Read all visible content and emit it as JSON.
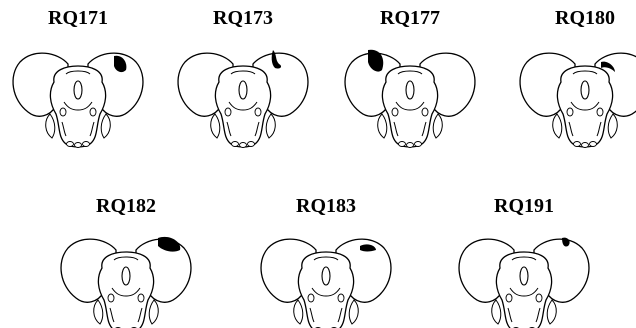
{
  "panels": [
    {
      "id": "RQ171",
      "lesion": "dorsal-right"
    },
    {
      "id": "RQ173",
      "lesion": "dorsal-right-small"
    },
    {
      "id": "RQ177",
      "lesion": "dorsal-left"
    },
    {
      "id": "RQ180",
      "lesion": "lateral-right-crescent"
    },
    {
      "id": "RQ182",
      "lesion": "dorsal-right-large"
    },
    {
      "id": "RQ183",
      "lesion": "lateral-right"
    },
    {
      "id": "RQ191",
      "lesion": "dorsal-right-edge"
    }
  ],
  "colors": {
    "outline": "#000000",
    "lesion": "#000000",
    "background": "#ffffff"
  }
}
